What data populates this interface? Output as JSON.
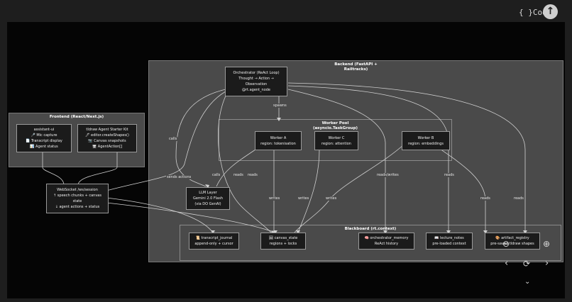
{
  "toolbar": {
    "code_label": "{ }Code",
    "scroll_top_icon": "arrow-up-icon"
  },
  "groups": {
    "frontend": "Frontend (React/Next.js)",
    "backend_line1": "Backend (FastAPI +",
    "backend_line2": "Railtracks)",
    "worker_pool_line1": "Worker Pool",
    "worker_pool_line2": "(asyncio.TaskGroup)",
    "blackboard": "Blackboard (rt.context)"
  },
  "nodes": {
    "assistant_ui": [
      "assistant-ui",
      "🎤 Mic capture",
      "📄 Transcript display",
      "📊 Agent status"
    ],
    "tldraw": [
      "tldraw Agent Starter Kit",
      "🖊 editor.createShapes()",
      "📷 Canvas snapshots",
      "🖥 AgentAction[]"
    ],
    "websocket": [
      "WebSocket /ws/session",
      "↑ speech chunks + canvas",
      "state",
      "↓ agent actions + status"
    ],
    "orchestrator": [
      "Orchestrator (ReAct Loop)",
      "Thought → Action →",
      "Observation",
      "@rt.agent_node"
    ],
    "worker_a": [
      "Worker A",
      "region: tokenisation"
    ],
    "worker_c": [
      "Worker C",
      "region: attention"
    ],
    "worker_b": [
      "Worker B",
      "region: embeddings"
    ],
    "llm": [
      "LLM Layer",
      "Gemini 2.0 Flash",
      "(via DO GenAI)"
    ],
    "transcript_journal": [
      "📜 transcript_journal",
      "append-only + cursor"
    ],
    "canvas_state": [
      "🖼 canvas_state",
      "regions + locks"
    ],
    "orchestrator_memory": [
      "🧠 orchestrator_memory",
      "ReAct history"
    ],
    "lecture_notes": [
      "📖 lecture_notes",
      "pre-loaded context"
    ],
    "artifact_registry": [
      "🎨 artifact_registry",
      "pre-saved tldraw shapes"
    ]
  },
  "edge_labels": {
    "spawns": "spawns",
    "calls": "calls",
    "sends_actions": "sends actions",
    "reads": "reads",
    "writes": "writes",
    "reads_writes": "reads/writes"
  },
  "controls": {
    "zoom_in_icon": "zoom-in-icon",
    "zoom_out_icon": "zoom-out-icon",
    "pan_left_icon": "chevron-left-icon",
    "pan_right_icon": "chevron-right-icon",
    "pan_down_icon": "chevron-down-icon",
    "reset_icon": "reset-icon"
  }
}
